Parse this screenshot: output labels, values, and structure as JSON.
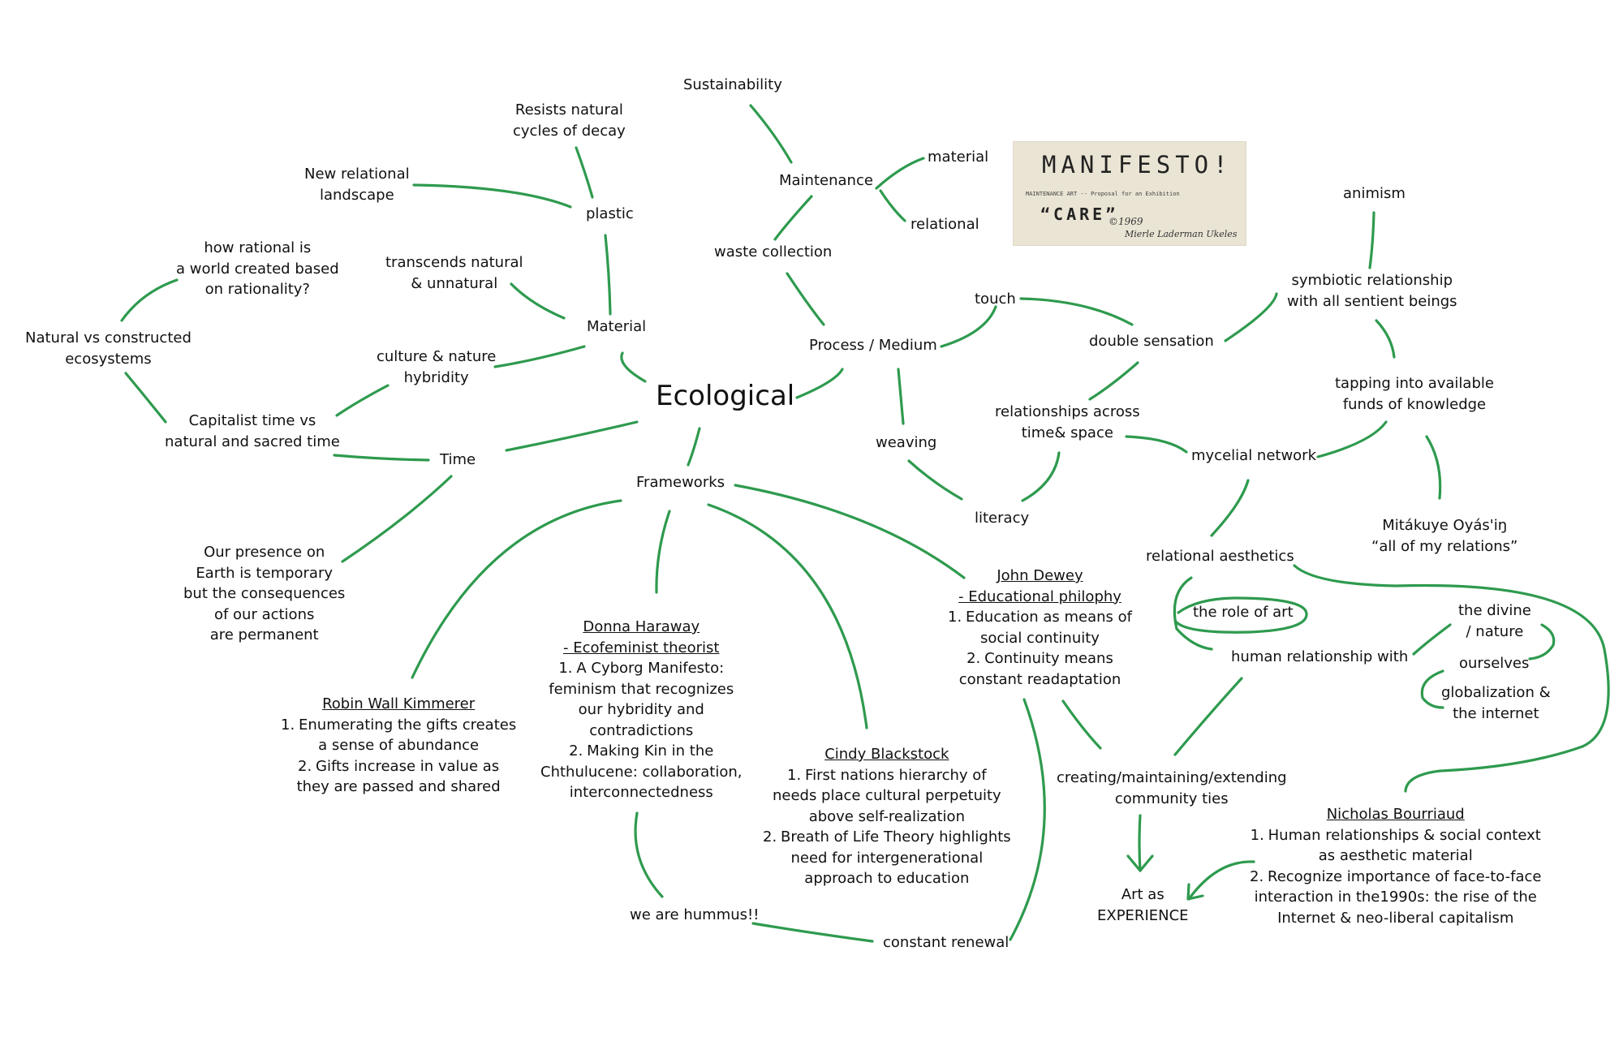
{
  "nodes": {
    "ecological": "Ecological",
    "material": "Material",
    "plastic": "plastic",
    "resists": [
      "Resists natural",
      "cycles of decay"
    ],
    "new_relational": [
      "New relational",
      "landscape"
    ],
    "transcends": [
      "transcends natural",
      "& unnatural"
    ],
    "culture": [
      "culture & nature",
      "hybridity"
    ],
    "how_rational": [
      "how rational is",
      "a world created based",
      "on rationality?"
    ],
    "natural_vs": [
      "Natural vs constructed",
      "ecosystems"
    ],
    "capitalist": [
      "Capitalist time vs",
      "natural and sacred time"
    ],
    "time": "Time",
    "presence": [
      "Our presence on",
      "Earth is temporary",
      "but the consequences",
      "of our actions",
      "are permanent"
    ],
    "frameworks": "Frameworks",
    "sustainability": "Sustainability",
    "maintenance": "Maintenance",
    "m_material": "material",
    "m_relational": "relational",
    "waste": "waste collection",
    "process": "Process / Medium",
    "weaving": "weaving",
    "literacy": "literacy",
    "touch": "touch",
    "double": "double sensation",
    "relationships": [
      "relationships across",
      "time& space"
    ],
    "mycelial": "mycelial network",
    "animism": "animism",
    "symbiotic": [
      "symbiotic relationship",
      "with all sentient beings"
    ],
    "tapping": [
      "tapping into available",
      "funds of knowledge"
    ],
    "mitakuye": [
      "Mitákuye Oyás'iŋ",
      "“all of my relations”"
    ],
    "relational_aesthetics": "relational aesthetics",
    "role_of_art": "the role of art",
    "human_rel": "human relationship with",
    "divine": [
      "the divine",
      "/ nature"
    ],
    "ourselves": "ourselves",
    "globalization": [
      "globalization &",
      "the internet"
    ],
    "creating": [
      "creating/maintaining/extending",
      "community ties"
    ],
    "art_experience": [
      "Art as",
      "EXPERIENCE"
    ],
    "we_are": "we are hummus!!",
    "constant_renewal": "constant renewal"
  },
  "people": {
    "kimmerer": {
      "name": "Robin Wall Kimmerer",
      "items": [
        {
          "num": "1.",
          "lines": [
            "Enumerating the gifts creates",
            "a sense of abundance"
          ]
        },
        {
          "num": "2.",
          "lines": [
            "Gifts increase in value as",
            "they are passed and shared"
          ]
        }
      ]
    },
    "haraway": {
      "name": "Donna Haraway",
      "role": "- Ecofeminist theorist",
      "items": [
        {
          "num": "1.",
          "lines": [
            "A Cyborg Manifesto:",
            "feminism that recognizes",
            "our hybridity and",
            "contradictions"
          ]
        },
        {
          "num": "2.",
          "lines": [
            "Making Kin in the",
            "Chthulucene: collaboration,",
            "interconnectedness"
          ]
        }
      ]
    },
    "blackstock": {
      "name": "Cindy Blackstock",
      "items": [
        {
          "num": "1.",
          "lines": [
            "First nations hierarchy of",
            "needs place cultural perpetuity",
            "above self-realization"
          ]
        },
        {
          "num": "2.",
          "lines": [
            "Breath of Life Theory highlights",
            "need for intergenerational",
            "approach to education"
          ]
        }
      ]
    },
    "dewey": {
      "name": "John Dewey",
      "role": "- Educational philophy",
      "items": [
        {
          "num": "1.",
          "lines": [
            "Education as means of",
            "social continuity"
          ]
        },
        {
          "num": "2.",
          "lines": [
            "Continuity means",
            "constant readaptation"
          ]
        }
      ]
    },
    "bourriaud": {
      "name": "Nicholas Bourriaud",
      "items": [
        {
          "num": "1.",
          "lines": [
            "Human relationships & social context",
            "as aesthetic material"
          ]
        },
        {
          "num": "2.",
          "lines": [
            "Recognize importance of face-to-face",
            "interaction in the1990s: the rise of the",
            "Internet & neo-liberal capitalism"
          ]
        }
      ]
    }
  },
  "manifesto": {
    "title": "MANIFESTO!",
    "subtitle": "MAINTENANCE ART  --  Proposal for an Exhibition",
    "care": "“CARE”",
    "year": "©1969",
    "author": "Mierle Laderman Ukeles"
  },
  "colors": {
    "link": "#2e9a4e",
    "text": "#111111",
    "manifesto_bg": "#eae4d4"
  }
}
